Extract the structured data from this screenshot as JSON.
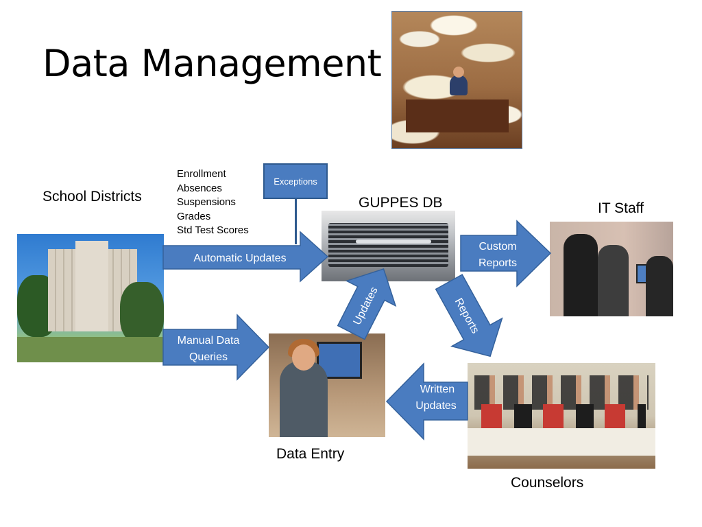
{
  "title": "Data Management",
  "nodes": {
    "school_districts": "School Districts",
    "guppes_db": "GUPPES DB",
    "it_staff": "IT Staff",
    "data_entry": "Data Entry",
    "counselors": "Counselors"
  },
  "data_items": [
    "Enrollment",
    "Absences",
    "Suspensions",
    "Grades",
    "Std Test Scores"
  ],
  "exceptions": "Exceptions",
  "arrows": {
    "automatic_updates": "Automatic Updates",
    "manual_data_queries": [
      "Manual Data",
      "Queries"
    ],
    "custom_reports": [
      "Custom",
      "Reports"
    ],
    "updates": "Updates",
    "reports": "Reports",
    "written_updates": [
      "Written",
      "Updates"
    ]
  },
  "colors": {
    "arrow_fill": "#4a7cc0",
    "arrow_stroke": "#34619b"
  }
}
